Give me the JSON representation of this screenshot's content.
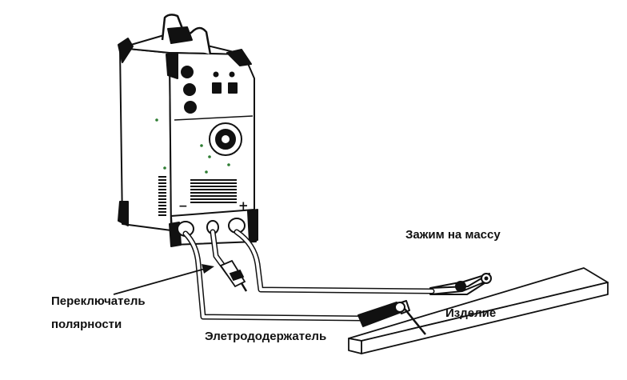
{
  "labels": {
    "ground_clamp": "Зажим на массу",
    "polarity_switch_line1": "Переключатель",
    "polarity_switch_line2": "полярности",
    "electrode_holder": "Элетрододержатель",
    "workpiece": "Изделие"
  },
  "terminals": {
    "minus": "−",
    "plus": "+"
  },
  "colors": {
    "outline": "#111111",
    "fill": "#ffffff",
    "accent": "#2e7d32"
  }
}
